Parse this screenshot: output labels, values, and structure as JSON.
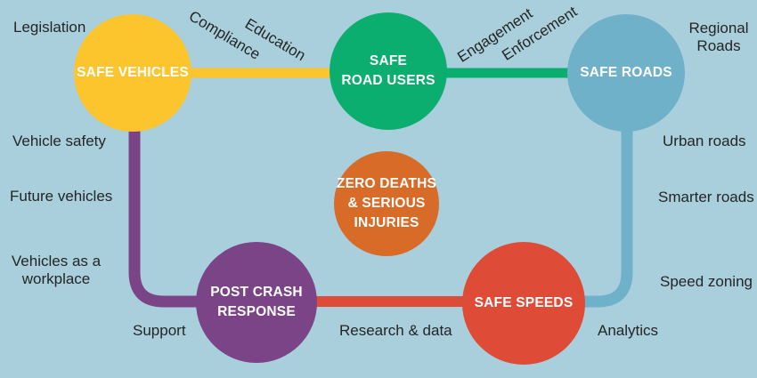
{
  "colors": {
    "background": "#A9CFDD",
    "label_text": "#252525",
    "node_text": "#FFFFFF",
    "yellow": "#FDC52D",
    "green": "#0CAE6F",
    "blue": "#6FB1C9",
    "orange": "#D96B28",
    "purple": "#7B4487",
    "red": "#DE4B37"
  },
  "nodes": [
    {
      "id": "safe-vehicles",
      "label": "SAFE VEHICLES",
      "color": "#FDC52D"
    },
    {
      "id": "safe-road-users",
      "label": "SAFE\nROAD USERS",
      "color": "#0CAE6F"
    },
    {
      "id": "safe-roads",
      "label": "SAFE ROADS",
      "color": "#6FB1C9"
    },
    {
      "id": "zero-deaths",
      "label": "ZERO DEATHS\n& SERIOUS\nINJURIES",
      "color": "#D96B28"
    },
    {
      "id": "post-crash",
      "label": "POST CRASH\nRESPONSE",
      "color": "#7B4487"
    },
    {
      "id": "safe-speeds",
      "label": "SAFE SPEEDS",
      "color": "#DE4B37"
    }
  ],
  "connectors": [
    {
      "from": "safe-vehicles",
      "to": "safe-road-users",
      "color": "#FDC52D"
    },
    {
      "from": "safe-road-users",
      "to": "safe-roads",
      "color": "#0CAE6F"
    },
    {
      "from": "safe-vehicles",
      "to": "post-crash",
      "color": "#7B4487"
    },
    {
      "from": "safe-roads",
      "to": "safe-speeds",
      "color": "#6FB1C9"
    },
    {
      "from": "post-crash",
      "to": "safe-speeds",
      "color": "#DE4B37"
    }
  ],
  "labels": [
    {
      "text": "Legislation"
    },
    {
      "text": "Compliance"
    },
    {
      "text": "Education"
    },
    {
      "text": "Engagement"
    },
    {
      "text": "Enforcement"
    },
    {
      "text": "Regional\nRoads"
    },
    {
      "text": "Vehicle safety"
    },
    {
      "text": "Future vehicles"
    },
    {
      "text": "Vehicles as a\nworkplace"
    },
    {
      "text": "Support"
    },
    {
      "text": "Research & data"
    },
    {
      "text": "Analytics"
    },
    {
      "text": "Speed zoning"
    },
    {
      "text": "Smarter roads"
    },
    {
      "text": "Urban roads"
    }
  ]
}
